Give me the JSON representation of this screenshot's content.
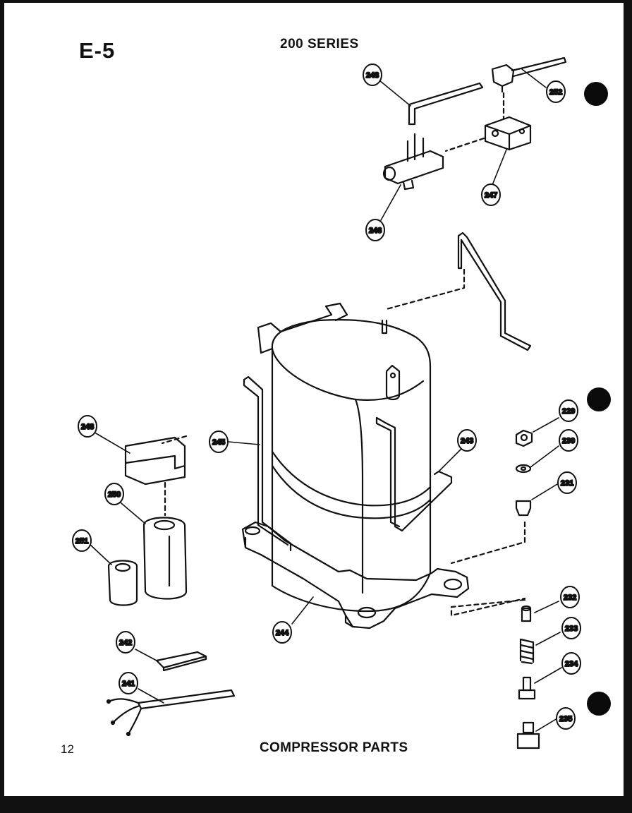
{
  "header": {
    "page_code": "E-5",
    "series_title": "200 SERIES"
  },
  "footer": {
    "page_number": "12",
    "caption": "COMPRESSOR PARTS"
  },
  "callouts": [
    {
      "id": "c229",
      "label": "229"
    },
    {
      "id": "c230",
      "label": "230"
    },
    {
      "id": "c231",
      "label": "231"
    },
    {
      "id": "c232",
      "label": "232"
    },
    {
      "id": "c233",
      "label": "233"
    },
    {
      "id": "c234",
      "label": "234"
    },
    {
      "id": "c235",
      "label": "235"
    },
    {
      "id": "c241",
      "label": "241"
    },
    {
      "id": "c242",
      "label": "242"
    },
    {
      "id": "c243",
      "label": "243"
    },
    {
      "id": "c244",
      "label": "244"
    },
    {
      "id": "c245",
      "label": "245"
    },
    {
      "id": "c246",
      "label": "246"
    },
    {
      "id": "c247",
      "label": "247"
    },
    {
      "id": "c248a",
      "label": "248"
    },
    {
      "id": "c248b",
      "label": "248"
    },
    {
      "id": "c250",
      "label": "250"
    },
    {
      "id": "c251",
      "label": "251"
    },
    {
      "id": "c252",
      "label": "252"
    }
  ],
  "colors": {
    "ink": "#111111",
    "paper": "#ffffff",
    "punch_hole": "#0a0a0a"
  }
}
